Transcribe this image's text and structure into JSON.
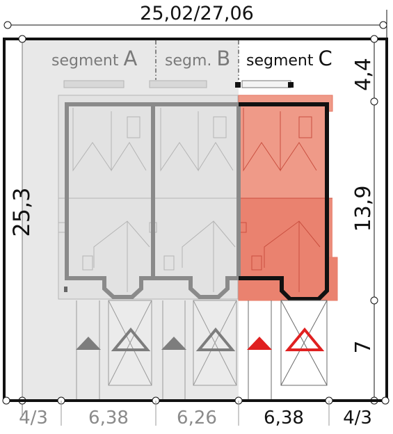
{
  "plot": {
    "overall_width": "25,02/27,06",
    "overall_depth": "25,3",
    "segments": [
      {
        "prefix": "segment ",
        "letter": "A"
      },
      {
        "prefix": "segm. ",
        "letter": "B"
      },
      {
        "prefix": "segment ",
        "letter": "C"
      }
    ],
    "right_dims": {
      "top": "4,4",
      "middle": "13,9",
      "bottom": "7"
    },
    "bottom_dims": {
      "left_margin": "4/3",
      "seg_a": "6,38",
      "seg_b": "6,26",
      "seg_c": "6,38",
      "right_margin": "4/3"
    }
  },
  "colors": {
    "highlight": "#ee8a78",
    "highlight_dark": "#e7715e",
    "outline_active": "#111111",
    "outline_inactive": "#8a8a8a",
    "gray_fill": "#e6e6e6",
    "red_marker": "#e02020",
    "gray_marker": "#7d7d7d"
  }
}
